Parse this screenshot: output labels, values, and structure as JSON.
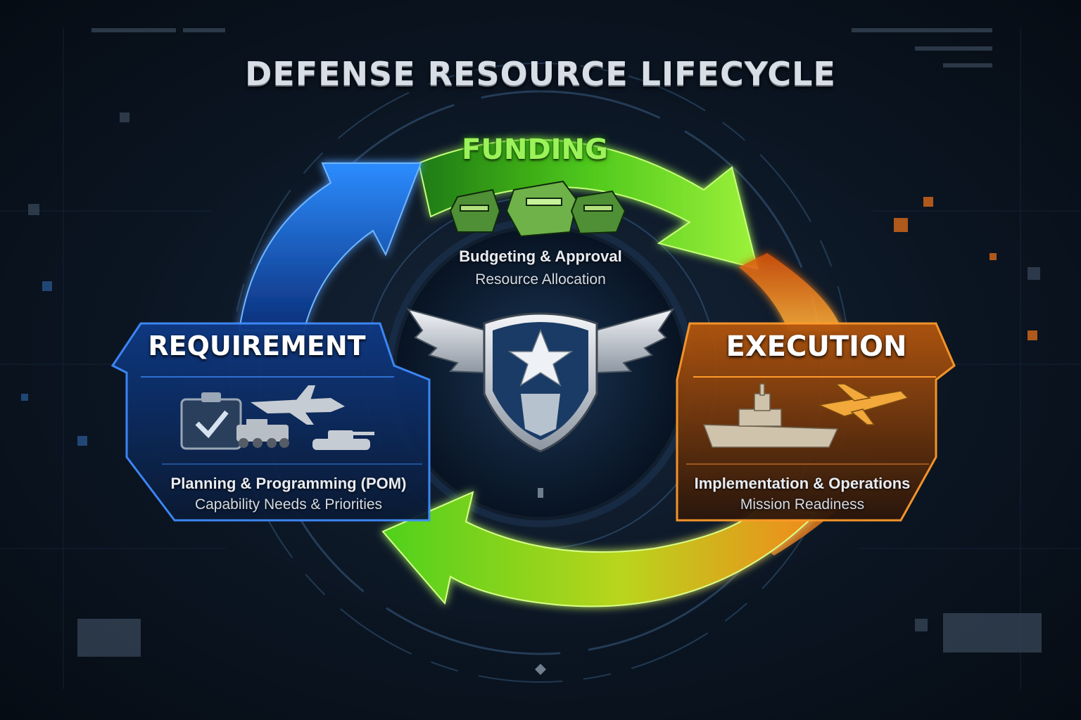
{
  "title": "DEFENSE RESOURCE LIFECYCLE",
  "stages": {
    "funding": {
      "title": "FUNDING",
      "line1": "Budgeting & Approval",
      "line2": "Resource Allocation",
      "color": "#5fd11f",
      "icon": "money-stacks-icon"
    },
    "requirement": {
      "title": "REQUIREMENT",
      "line1": "Planning & Programming (POM)",
      "line2": "Capability Needs & Priorities",
      "color": "#1f6fe0",
      "icons": [
        "clipboard-check-icon",
        "aircraft-icon",
        "armored-vehicle-icon",
        "tank-icon"
      ]
    },
    "execution": {
      "title": "EXECUTION",
      "line1": "Implementation & Operations",
      "line2": "Mission Readiness",
      "color": "#f08a1c",
      "icons": [
        "warship-icon",
        "fighter-jet-icon"
      ]
    }
  },
  "center_emblem": "winged-shield-star-icon"
}
